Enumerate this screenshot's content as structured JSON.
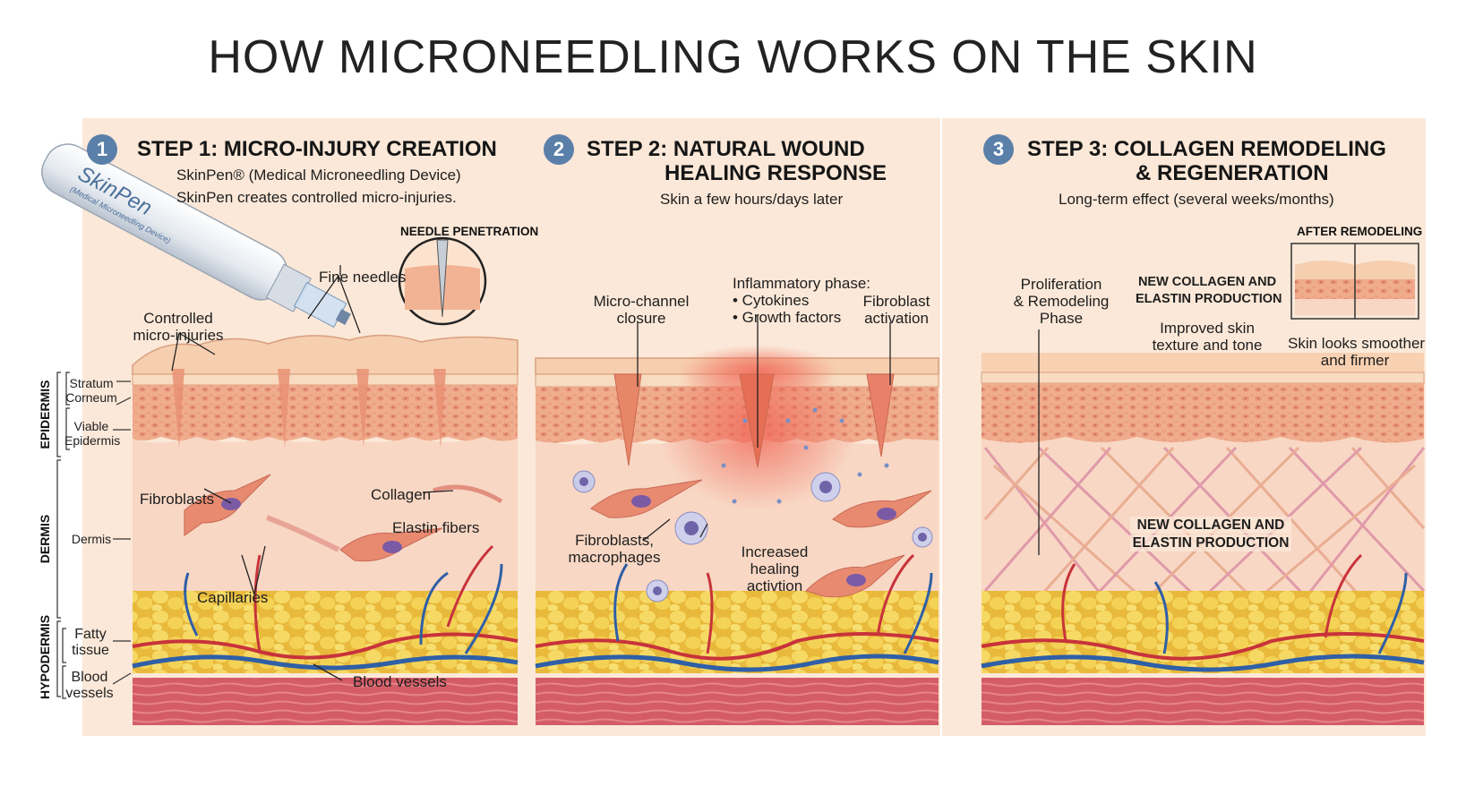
{
  "title": "HOW MICRONEEDLING WORKS ON THE SKIN",
  "steps": [
    {
      "number": "1",
      "heading_line1": "STEP 1: MICRO-INJURY CREATION",
      "subtitle_line1": "SkinPen® (Medical Microneedling Device)",
      "subtitle_line2": "SkinPen creates controlled micro-injuries.",
      "inset_tag": "NEEDLE PENETRATION",
      "device_brand": "SkinPen",
      "device_caption": "(Medical Microneedling Device)",
      "labels": {
        "fine_needles": "Fine needles",
        "controlled_1": "Controlled",
        "controlled_2": "micro-injuries",
        "fibroblasts": "Fibroblasts",
        "collagen": "Collagen",
        "elastin": "Elastin fibers",
        "capillaries": "Capillaries",
        "blood_vessels": "Blood vessels"
      }
    },
    {
      "number": "2",
      "heading_line1": "STEP 2: NATURAL WOUND",
      "heading_line2": "HEALING RESPONSE",
      "subtitle_line1": "Skin a few hours/days later",
      "labels": {
        "micro_channel_1": "Micro-channel",
        "micro_channel_2": "closure",
        "inflam_1": "Inflammatory phase:",
        "inflam_2": "• Cytokines",
        "inflam_3": "• Growth factors",
        "fibro_act_1": "Fibroblast",
        "fibro_act_2": "activation",
        "fib_mac_1": "Fibroblasts,",
        "fib_mac_2": "macrophages",
        "healing_1": "Increased",
        "healing_2": "healing",
        "healing_3": "activtion"
      }
    },
    {
      "number": "3",
      "heading_line1": "STEP 3: COLLAGEN REMODELING",
      "heading_line2": "& REGENERATION",
      "subtitle_line1": "Long-term effect (several weeks/months)",
      "inset_tag": "AFTER REMODELING",
      "labels": {
        "prolif_1": "Proliferation",
        "prolif_2": "& Remodeling",
        "prolif_3": "Phase",
        "new_collagen_1": "NEW COLLAGEN AND",
        "new_collagen_2": "ELASTIN PRODUCTION",
        "improved_1": "Improved skin",
        "improved_2": "texture and tone",
        "smoother_1": "Skin looks smoother",
        "smoother_2": "and firmer",
        "center_1": "NEW COLLAGEN AND",
        "center_2": "ELASTIN PRODUCTION"
      }
    }
  ],
  "side_axis": {
    "epidermis": "EPIDERMIS",
    "dermis": "DERMIS",
    "hypodermis": "HYPODERMIS",
    "stratum_1": "Stratum",
    "stratum_2": "Corneum",
    "viable_1": "Viable",
    "viable_2": "Epidermis",
    "dermis_small": "Dermis",
    "fatty_1": "Fatty",
    "fatty_2": "tissue",
    "blood_1": "Blood",
    "blood_2": "vessels"
  },
  "colors": {
    "panel_bg": "#fbe8d8",
    "epidermis": "#f2b394",
    "stratum": "#f7d2b4",
    "dermis": "#f7d3c0",
    "fat": "#f2cf4e",
    "muscle": "#d9606a",
    "artery": "#c8333b",
    "vein": "#2f5fa6",
    "step_badge": "#5a7fa8",
    "fibroblast": "#e5826b",
    "nucleus": "#7b5aa5"
  }
}
